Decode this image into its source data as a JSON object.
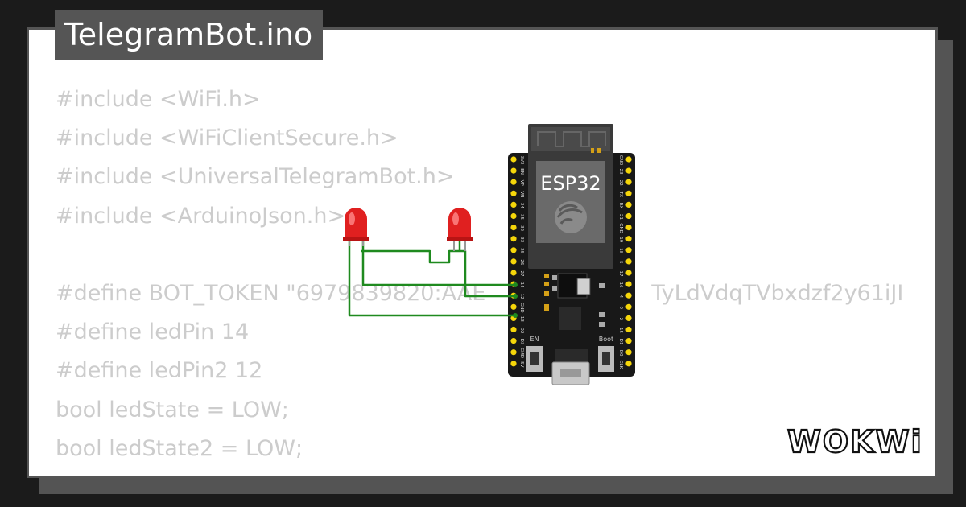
{
  "file_tab": {
    "title": "TelegramBot.ino"
  },
  "code_lines": [
    "#include <WiFi.h>",
    "#include <WiFiClientSecure.h>",
    "#include <UniversalTelegramBot.h>",
    "#include <ArduinoJson.h>",
    "",
    "#define BOT_TOKEN \"6979839820:AAE                        TyLdVdqTVbxdzf2y61iJI",
    "#define ledPin 14",
    "#define ledPin2 12",
    "bool ledState = LOW;",
    "bool ledState2 = LOW;"
  ],
  "board": {
    "chip_label": "ESP32",
    "en_label": "EN",
    "boot_label": "Boot",
    "left_pins": [
      "3V3",
      "EN",
      "VP",
      "VN",
      "34",
      "35",
      "32",
      "33",
      "25",
      "26",
      "27",
      "14",
      "12",
      "GND",
      "13",
      "D2",
      "D3",
      "CMD",
      "5V"
    ],
    "right_pins": [
      "GND",
      "23",
      "22",
      "TX",
      "RX",
      "21",
      "GND",
      "19",
      "18",
      "5",
      "17",
      "16",
      "4",
      "0",
      "2",
      "15",
      "D1",
      "D0",
      "CLK"
    ]
  },
  "logo": {
    "text": "WOKWi"
  },
  "colors": {
    "wire": "#1f8a1f",
    "led": "#e02020",
    "board": "#181818",
    "pin_pad": "#f5d60a",
    "code_text": "#cccccc"
  }
}
